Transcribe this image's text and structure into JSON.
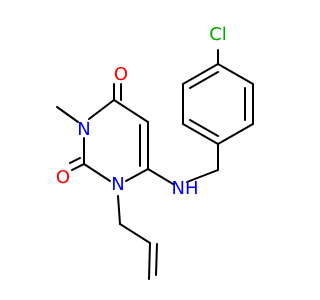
{
  "molecule": {
    "colors": {
      "bond": "#000000",
      "oxygen": "#ff0000",
      "nitrogen": "#0000ff",
      "chlorine": "#00aa00"
    },
    "atoms": {
      "cl": "Cl",
      "o_top": "O",
      "o_bottom": "O",
      "n_methyl": "N",
      "n_allyl": "N",
      "nh": "NH"
    }
  }
}
